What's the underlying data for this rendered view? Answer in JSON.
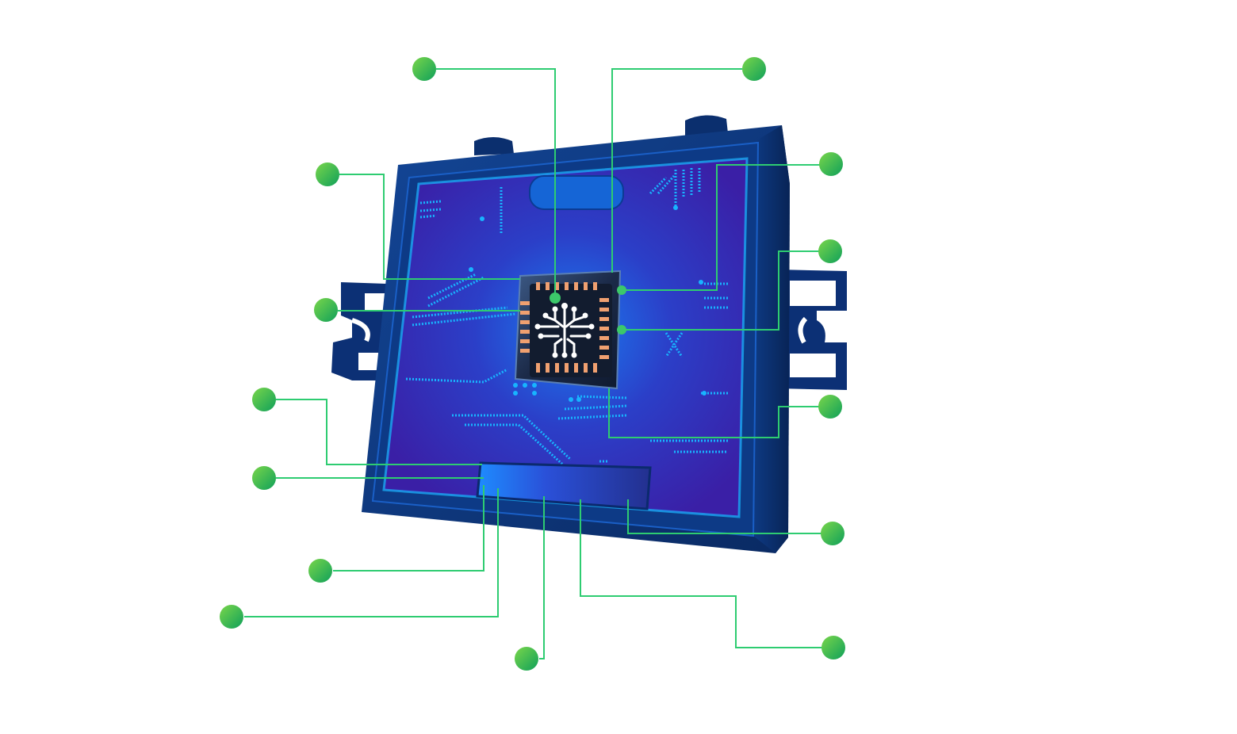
{
  "colors": {
    "background": "#ffffff",
    "callout_line": "#2ecc71",
    "callout_dot_start": "#6fd34a",
    "callout_dot_end": "#10a35a",
    "frame_dark": "#0b2f6e",
    "frame_mid": "#123f8f",
    "board_light": "#1aa0f0",
    "board_deep": "#3a1fa6",
    "chip_body": "#162238",
    "chip_pins": "#f0a070",
    "trace": "#18b4ff"
  },
  "callouts": [
    {
      "id": "top-left-1",
      "icon": "callout-dot"
    },
    {
      "id": "top-right-1",
      "icon": "callout-dot"
    },
    {
      "id": "left-1",
      "icon": "callout-dot"
    },
    {
      "id": "left-2",
      "icon": "callout-dot"
    },
    {
      "id": "left-3",
      "icon": "callout-dot"
    },
    {
      "id": "left-4",
      "icon": "callout-dot"
    },
    {
      "id": "bottom-left-1",
      "icon": "callout-dot"
    },
    {
      "id": "bottom-left-2",
      "icon": "callout-dot"
    },
    {
      "id": "bottom-1",
      "icon": "callout-dot"
    },
    {
      "id": "right-1",
      "icon": "callout-dot"
    },
    {
      "id": "right-2",
      "icon": "callout-dot"
    },
    {
      "id": "right-3",
      "icon": "callout-dot"
    },
    {
      "id": "right-4",
      "icon": "callout-dot"
    },
    {
      "id": "bottom-right-1",
      "icon": "callout-dot"
    }
  ]
}
